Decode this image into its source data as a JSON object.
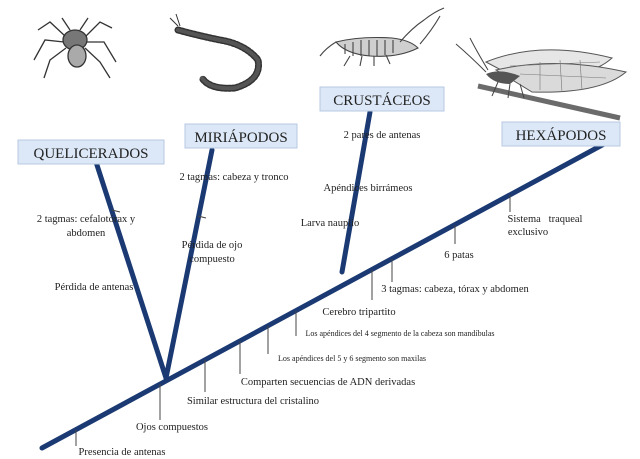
{
  "groups": {
    "chelicerates": "QUELICERADOS",
    "myriapods": "MIRIÁPODOS",
    "crustaceans": "CRUSTÁCEOS",
    "hexapods": "HEXÁPODOS"
  },
  "trunk_characters": {
    "antennae_presence": "Presencia de antenas",
    "compound_eyes": "Ojos compuestos",
    "crystalline_structure": "Similar estructura del cristalino",
    "dna_sequences": "Comparten secuencias de ADN derivadas",
    "segments_5_6": "Los apéndices del 5 y 6 segmento son maxilas",
    "segment_4": "Los apéndices del 4 segmento de la cabeza son mandíbulas",
    "tripartite_brain": "Cerebro tripartito",
    "three_tagmata": "3 tagmas: cabeza, tórax y abdomen",
    "six_legs": "6 patas",
    "tracheal_system_line1": "Sistema   traqueal",
    "tracheal_system_line2": "exclusivo"
  },
  "chelicerate_branch": {
    "tagmata_line1": "2 tagmas: cefalotórax y",
    "tagmata_line2": "abdomen",
    "antennae_loss": "Pérdida de antenas"
  },
  "myriapod_branch": {
    "tagmata": "2 tagmas: cabeza y tronco",
    "eye_loss_line1": "Pérdida de ojo",
    "eye_loss_line2": "compuesto"
  },
  "crustacean_branch": {
    "antennae_pairs": "2 pares de antenas",
    "biramous": "Apéndices birrámeos",
    "nauplius": "Larva nauplio"
  },
  "colors": {
    "line": "#1b3a73",
    "label_bg": "#dce8f7",
    "label_border": "#b7c9e2",
    "tick": "#444444"
  },
  "illustrations": [
    "harvestman-spider",
    "centipede",
    "mantis-shrimp",
    "lacewing-insect"
  ]
}
